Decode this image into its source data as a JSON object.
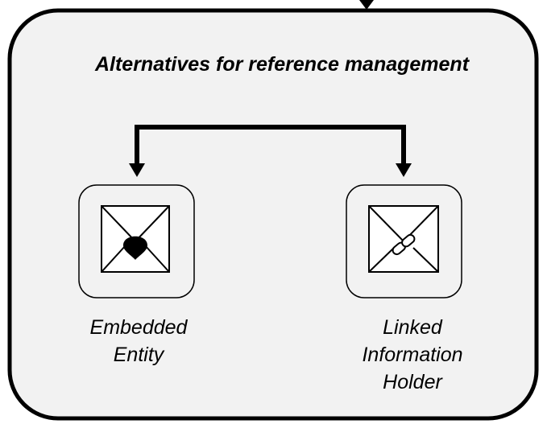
{
  "diagram": {
    "title": "Alternatives for reference management",
    "options": [
      {
        "name": "embedded-entity",
        "label_lines": [
          "Embedded",
          "Entity"
        ],
        "icon": "envelope-with-seal-icon"
      },
      {
        "name": "linked-information-holder",
        "label_lines": [
          "Linked",
          "Information",
          "Holder"
        ],
        "icon": "envelope-with-link-icon"
      }
    ],
    "colors": {
      "frame_fill": "#f2f2f2",
      "stroke": "#000000",
      "icon_fill": "#ffffff"
    }
  }
}
